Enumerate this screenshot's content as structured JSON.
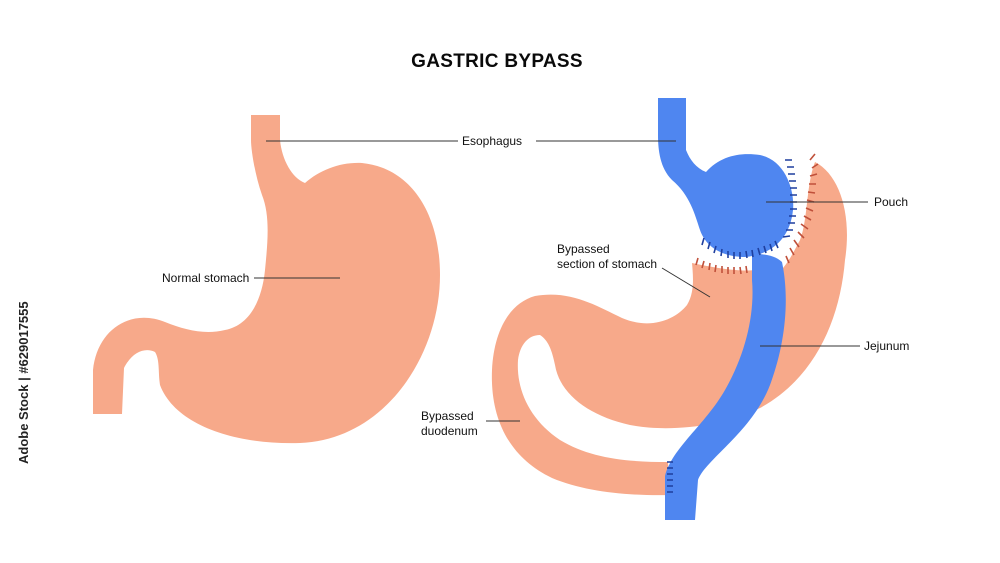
{
  "title": "GASTRIC BYPASS",
  "labels": {
    "esophagus": "Esophagus",
    "normal_stomach": "Normal stomach",
    "bypassed_section_line1": "Bypassed",
    "bypassed_section_line2": "section of stomach",
    "pouch": "Pouch",
    "jejunum": "Jejunum",
    "bypassed_duodenum_line1": "Bypassed",
    "bypassed_duodenum_line2": "duodenum"
  },
  "watermark": {
    "side_text": "Adobe Stock | #629017555"
  },
  "colors": {
    "stomach": "#f7a98a",
    "intestine_blue": "#4f86f0",
    "suture_blue": "#1f3f9e",
    "suture_red": "#c0503a",
    "text": "#111111"
  }
}
